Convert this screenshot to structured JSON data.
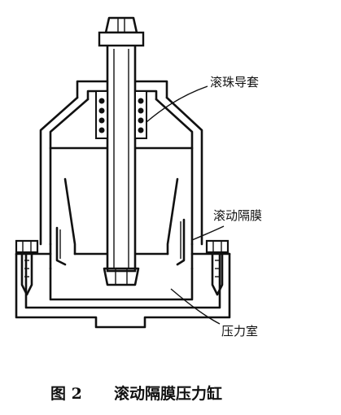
{
  "labels": {
    "ball_guide": "滚珠导套",
    "rolling_diaphragm": "滚动隔膜",
    "pressure_chamber": "压力室"
  },
  "caption": {
    "number": "图 2",
    "title": "滚动隔膜压力缸"
  }
}
